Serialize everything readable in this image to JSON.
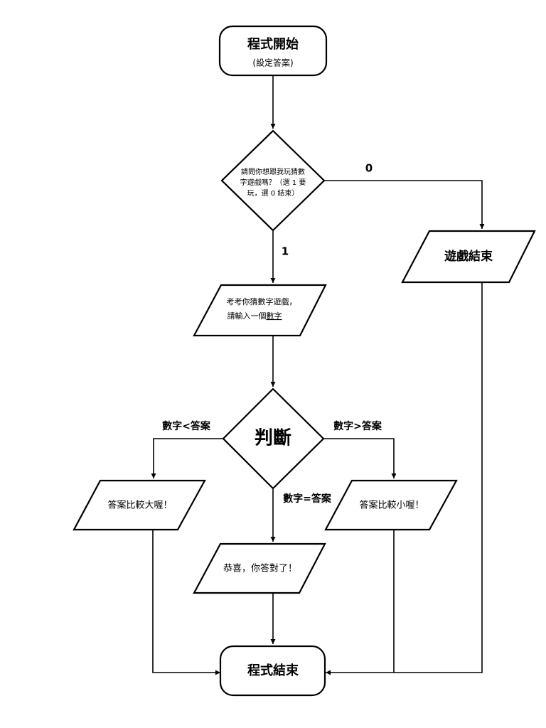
{
  "nodes": {
    "start_title": "程式開始",
    "start_sub": "(設定答案)",
    "ask_line1": "請問你想跟我玩猜數",
    "ask_line2": "字遊戲嗎？（選 1 要",
    "ask_line3": "玩，選 0 結束）",
    "game_over": "遊戲結束",
    "prompt_line1": "考考你猜數字遊戲，",
    "prompt_line2_prefix": "請輸入一個",
    "prompt_line2_underlined": "數字",
    "judge": "判斷",
    "too_small": "答案比較大喔！",
    "too_big": "答案比較小喔！",
    "correct": "恭喜，你答對了！",
    "end": "程式結束"
  },
  "edge_labels": {
    "choice_zero": "0",
    "choice_one": "1",
    "less_than": "數字<答案",
    "greater_than": "數字>答案",
    "equal": "數字=答案"
  }
}
